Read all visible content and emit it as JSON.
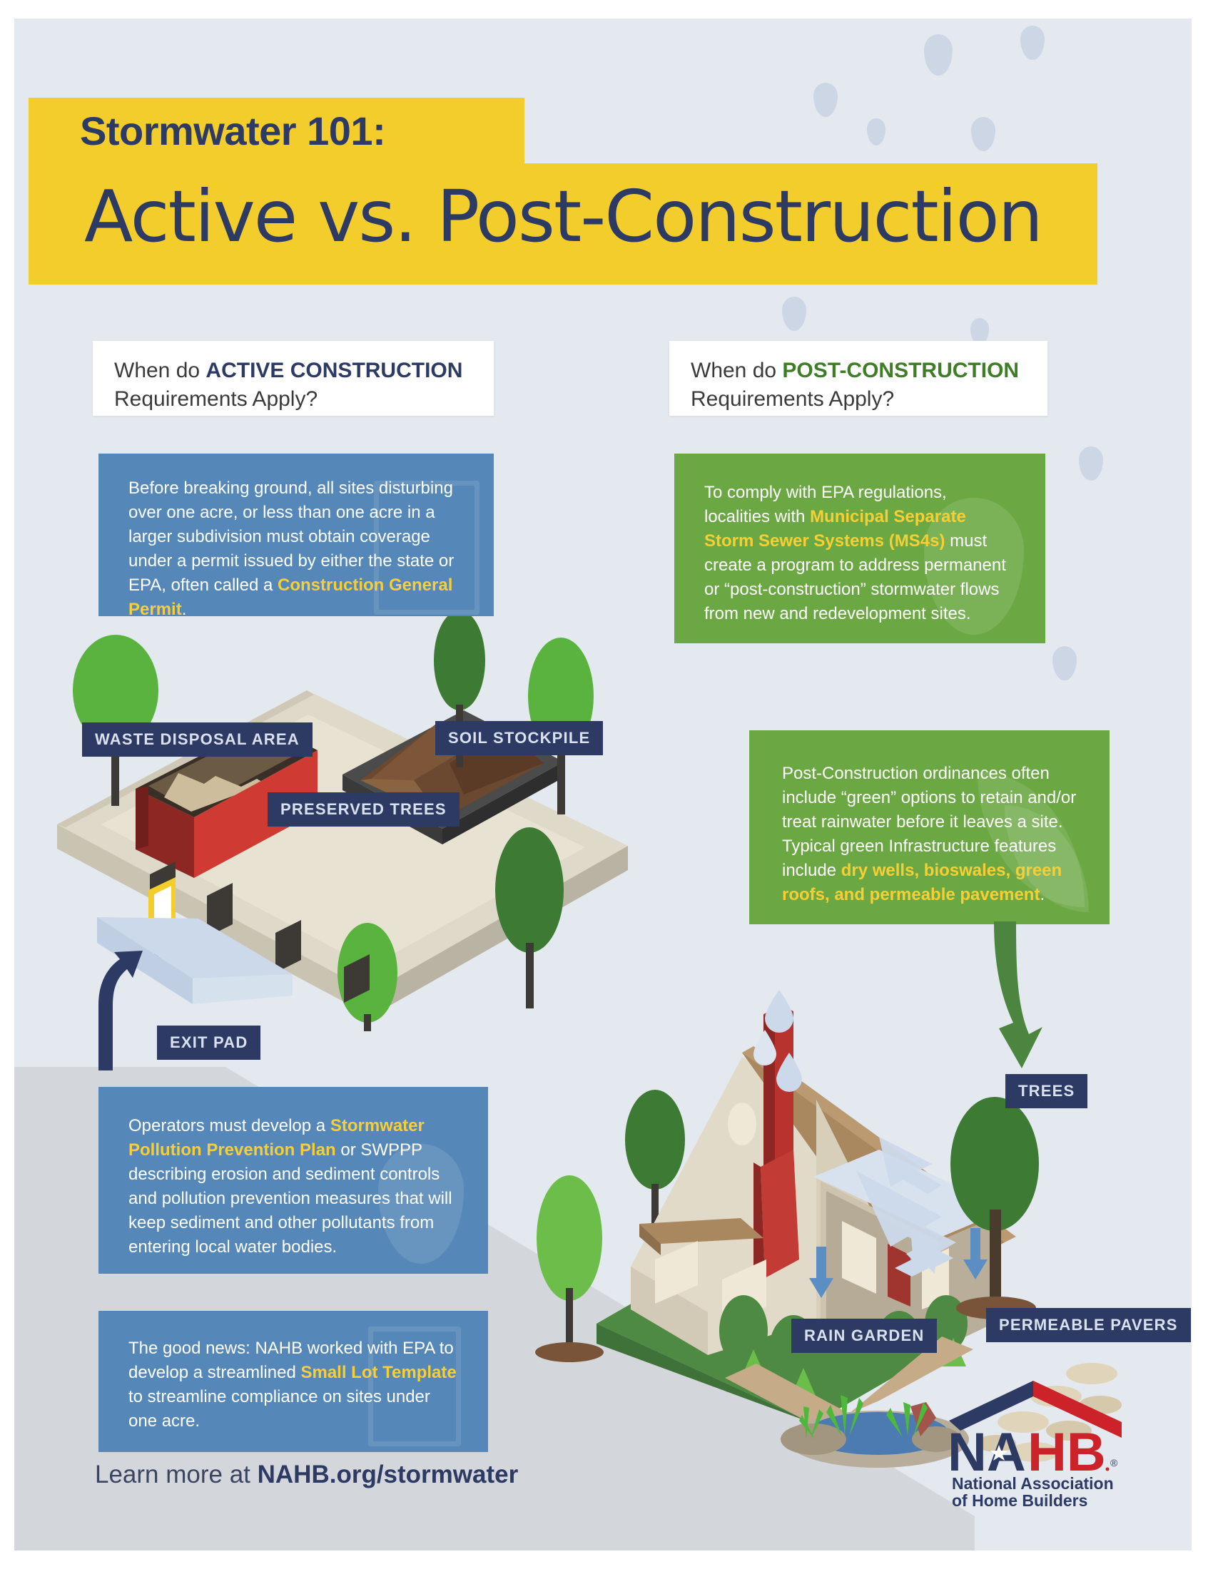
{
  "poster": {
    "title_small": "Stormwater 101:",
    "title_big": "Active vs. Post-Construction",
    "background_color": "#e4e8ef",
    "accent_yellow": "#f2cd2c",
    "accent_blue": "#5588b8",
    "accent_green": "#6ba843",
    "navy": "#2d3a64",
    "highlight_yellow": "#f7cf35"
  },
  "left_column": {
    "question": {
      "lead": "When do ",
      "emphasis": "ACTIVE CONSTRUCTION",
      "second_line": "Requirements Apply?"
    },
    "box1": {
      "text_a": "Before breaking ground, all sites disturbing over one acre, or less than one acre in a larger subdivision must obtain coverage under a permit issued by either the state or EPA, often called a ",
      "bold_b": "Construction General Permit",
      "text_c": "."
    },
    "box2": {
      "text_a": "Operators must develop a ",
      "bold_b": "Stormwater Pollution Prevention Plan",
      "text_c": " or SWPPP describing erosion and sediment controls and pollution prevention measures that will keep sediment and other pollutants from entering local water bodies."
    },
    "box3": {
      "text_a": "The good news: NAHB worked with EPA to develop a streamlined ",
      "bold_b": "Small Lot Template",
      "text_c": " to streamline compliance on sites under one acre."
    }
  },
  "right_column": {
    "question": {
      "lead": "When do ",
      "emphasis": "POST-CONSTRUCTION",
      "second_line": "Requirements Apply?"
    },
    "box1": {
      "text_a": "To comply with EPA regulations, localities with ",
      "bold_b": "Municipal Separate Storm Sewer Systems (MS4s)",
      "text_c": " must create a program to address permanent or “post-construction” stormwater flows from new and redevelopment sites."
    },
    "box2": {
      "text_a": "Post-Construction ordinances often include “green” options to retain and/or treat rainwater before it leaves a site. Typical green Infrastructure features include ",
      "bold_b": "dry wells, bioswales, green roofs, and permeable pavement",
      "text_c": "."
    }
  },
  "site_labels": {
    "waste_disposal": "WASTE DISPOSAL AREA",
    "soil_stockpile": "SOIL STOCKPILE",
    "preserved_trees": "PRESERVED TREES",
    "exit_pad": "EXIT PAD"
  },
  "house_labels": {
    "trees": "TREES",
    "rain_garden": "RAIN GARDEN",
    "permeable_pavers": "PERMEABLE PAVERS"
  },
  "footer": {
    "learn_lead": "Learn more at ",
    "learn_url": "NAHB.org/stormwater"
  },
  "logo": {
    "wordmark_na": "NA",
    "wordmark_hb": "HB",
    "registered": "®",
    "line1": "National Association",
    "line2": "of Home Builders"
  }
}
